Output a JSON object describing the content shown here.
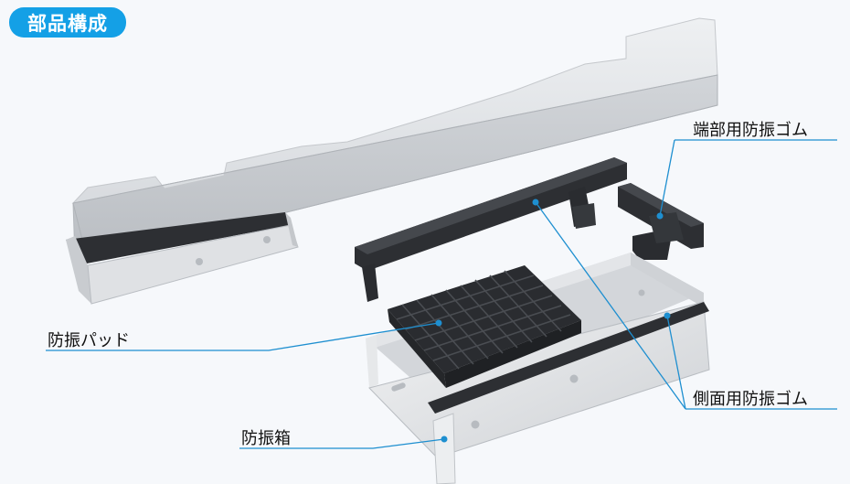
{
  "header": {
    "title": "部品構成"
  },
  "labels": {
    "end_rubber": "端部用防振ゴム",
    "pad": "防振パッド",
    "side_rubber": "側面用防振ゴム",
    "box": "防振箱"
  },
  "colors": {
    "accent": "#14a0e6",
    "leader_line": "#1e8fd0",
    "rubber": "#2d2f33",
    "concrete": "#d9dbde"
  }
}
